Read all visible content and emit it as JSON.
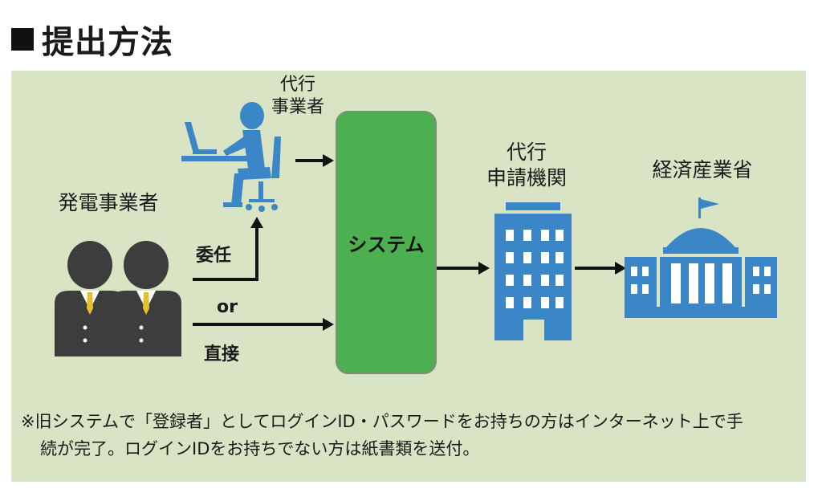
{
  "title": "提出方法",
  "nodes": {
    "agent_line1": "代行",
    "agent_line2": "事業者",
    "generator": "発電事業者",
    "system": "システム",
    "applicant_line1": "代行",
    "applicant_line2": "申請機関",
    "ministry": "経済産業省"
  },
  "edges": {
    "delegate": "委任",
    "or": "or",
    "direct": "直接"
  },
  "note": {
    "line1": "※旧システムで「登録者」としてログインID・パスワードをお持ちの方はインターネット上で手",
    "line2": "続が完了。ログインIDをお持ちでない方は紙書類を送付。"
  },
  "colors": {
    "panel": "#d9e4c4",
    "system_box": "#4caf50",
    "icon_blue": "#3b86c6",
    "people": "#3d3d3d"
  },
  "icons": [
    "person-at-computer-icon",
    "business-people-icon",
    "office-building-icon",
    "government-building-icon",
    "arrow-right-icon",
    "arrow-up-icon"
  ]
}
